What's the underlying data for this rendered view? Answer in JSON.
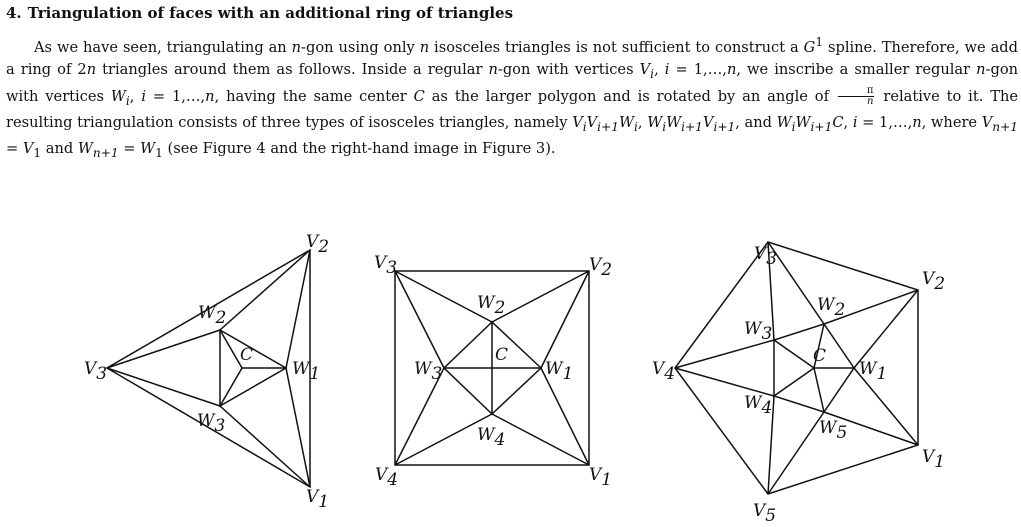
{
  "section": {
    "number": "4.",
    "title": "Triangulation of faces with an additional ring of triangles"
  },
  "paragraph": {
    "t1": "As we have seen, triangulating an ",
    "n": "n",
    "t2": "-gon using only ",
    "t3": " isosceles triangles is not sufficient to construct a ",
    "G": "G",
    "sup1": "1",
    "t4": " spline. Therefore, we add a ring of 2",
    "t5": " triangles around them as follows. Inside a regular ",
    "t6": "-gon with vertices ",
    "t7": ", ",
    "t8": " = 1,…,",
    "t9": ", we inscribe a smaller regular ",
    "t10": " = 1,…,",
    "t11": ", having the same center ",
    "t12": " as the larger polygon and is rotated by an angle of ",
    "frac_top": "π",
    "frac_bot": "n",
    "t13": " relative to it. The resulting triangulation consists of three types of isosceles triangles, namely ",
    "t14": ", and ",
    "t15": " = 1,…,",
    "t16": ", where ",
    "t17": " and ",
    "t18": " (see Figure 4 and the right-hand image in Figure 3)."
  },
  "figures": {
    "triangle": {
      "outer": [
        "V",
        "V",
        "V"
      ],
      "outer_sub": [
        "1",
        "2",
        "3"
      ],
      "inner": [
        "W",
        "W",
        "W"
      ],
      "inner_sub": [
        "1",
        "2",
        "3"
      ],
      "center": "C"
    },
    "square": {
      "outer_sub": [
        "1",
        "2",
        "3",
        "4"
      ],
      "inner_sub": [
        "1",
        "2",
        "3",
        "4"
      ],
      "center": "C"
    },
    "pentagon": {
      "outer_sub": [
        "1",
        "2",
        "3",
        "4",
        "5"
      ],
      "inner_sub": [
        "1",
        "2",
        "3",
        "4",
        "5"
      ],
      "center": "C"
    }
  }
}
